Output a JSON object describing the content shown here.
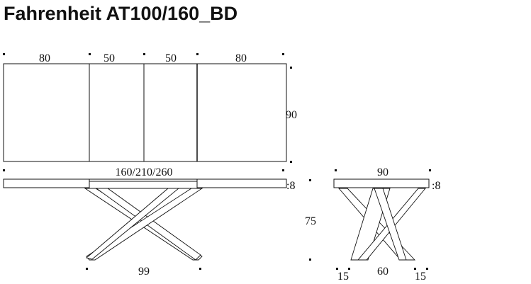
{
  "title": "Fahrenheit AT100/160_BD",
  "top_view": {
    "segments": [
      "80",
      "50",
      "50",
      "80"
    ],
    "depth": "90",
    "length": "160/210/260"
  },
  "front_view": {
    "top_thickness": ":8",
    "leg_span": "99"
  },
  "side_view": {
    "width": "90",
    "top_thickness": ":8",
    "height": "75",
    "foot_left": "15",
    "leg_span": "60",
    "foot_right": "15"
  }
}
